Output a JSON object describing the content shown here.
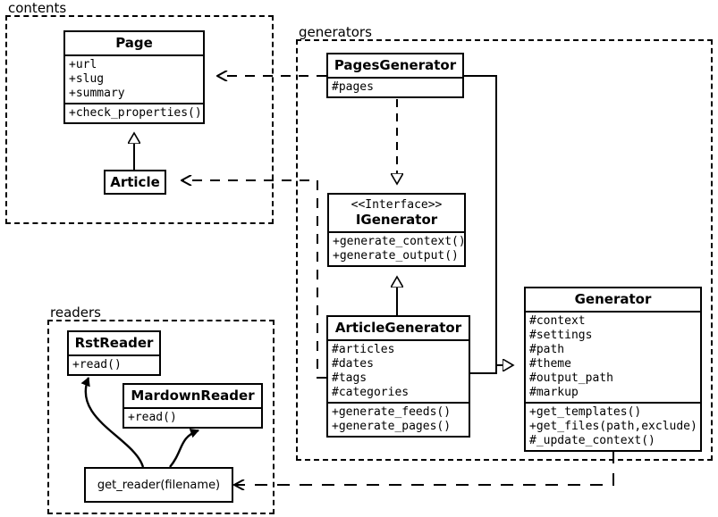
{
  "diagram": {
    "title": "UML class diagram",
    "stroke_color": "#000000",
    "background_color": "#ffffff"
  },
  "packages": [
    {
      "id": "contents",
      "label": "contents"
    },
    {
      "id": "generators",
      "label": "generators"
    },
    {
      "id": "readers",
      "label": "readers"
    }
  ],
  "classes": {
    "page": {
      "name": "Page",
      "attributes": [
        "+url",
        "+slug",
        "+summary"
      ],
      "operations": [
        "+check_properties()"
      ]
    },
    "article": {
      "name": "Article",
      "attributes": [],
      "operations": []
    },
    "pages_generator": {
      "name": "PagesGenerator",
      "attributes": [
        "#pages"
      ],
      "operations": []
    },
    "igenerator": {
      "stereotype": "<<Interface>>",
      "name": "IGenerator",
      "attributes": [],
      "operations": [
        "+generate_context()",
        "+generate_output()"
      ]
    },
    "article_generator": {
      "name": "ArticleGenerator",
      "attributes": [
        "#articles",
        "#dates",
        "#tags",
        "#categories"
      ],
      "operations": [
        "+generate_feeds()",
        "+generate_pages()"
      ]
    },
    "generator": {
      "name": "Generator",
      "attributes": [
        "#context",
        "#settings",
        "#path",
        "#theme",
        "#output_path",
        "#markup"
      ],
      "operations": [
        "+get_templates()",
        "+get_files(path,exclude)",
        "#_update_context()"
      ]
    },
    "rst_reader": {
      "name": "RstReader",
      "attributes": [],
      "operations": [
        "+read()"
      ]
    },
    "mardown_reader": {
      "name": "MardownReader",
      "attributes": [],
      "operations": [
        "+read()"
      ]
    },
    "get_reader": {
      "name": "get_reader(filename)"
    }
  },
  "relationships": [
    {
      "id": "article-inherits-page",
      "type": "generalization",
      "from": "Article",
      "to": "Page"
    },
    {
      "id": "pagesgenerator-implements-igenerator",
      "type": "realization",
      "from": "PagesGenerator",
      "to": "IGenerator"
    },
    {
      "id": "articlegenerator-implements-igenerator",
      "type": "generalization",
      "from": "ArticleGenerator",
      "to": "IGenerator"
    },
    {
      "id": "pagesgenerator-uses-page",
      "type": "dependency",
      "from": "PagesGenerator",
      "to": "Page"
    },
    {
      "id": "articlegenerator-uses-article",
      "type": "dependency",
      "from": "ArticleGenerator",
      "to": "Article"
    },
    {
      "id": "pagesgenerator-inherits-generator",
      "type": "generalization",
      "from": "PagesGenerator",
      "to": "Generator"
    },
    {
      "id": "articlegenerator-inherits-generator",
      "type": "generalization",
      "from": "ArticleGenerator",
      "to": "Generator"
    },
    {
      "id": "generator-uses-get-reader",
      "type": "dependency",
      "from": "Generator",
      "to": "get_reader(filename)"
    },
    {
      "id": "get-reader-returns-rstreader",
      "type": "return",
      "from": "get_reader(filename)",
      "to": "RstReader"
    },
    {
      "id": "get-reader-returns-mardownreader",
      "type": "return",
      "from": "get_reader(filename)",
      "to": "MardownReader"
    }
  ]
}
